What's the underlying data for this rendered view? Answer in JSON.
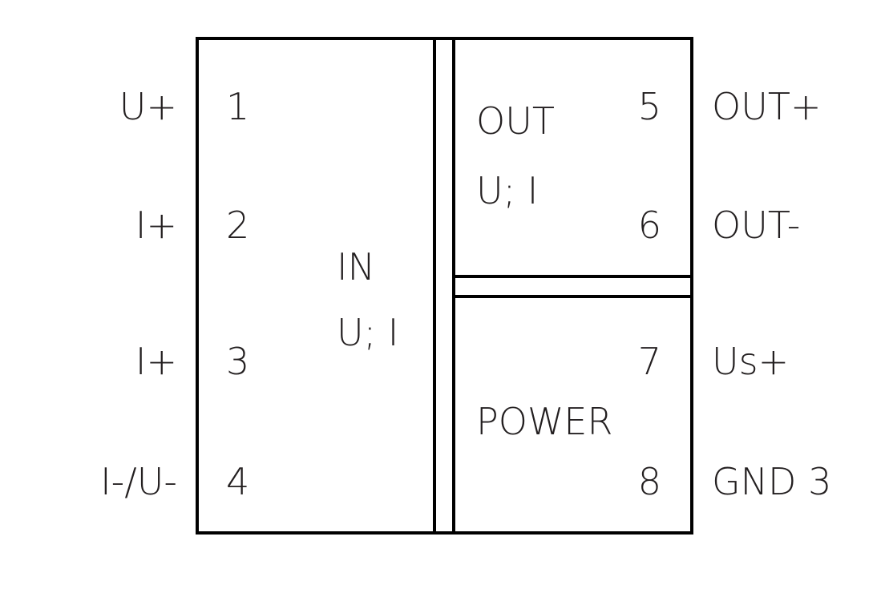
{
  "left_labels": [
    "U+",
    "I+",
    "I+",
    "I-/U-"
  ],
  "left_pins": [
    "1",
    "2",
    "3",
    "4"
  ],
  "in_block": {
    "title": "IN",
    "subtitle": "U; I"
  },
  "out_block": {
    "title": "OUT",
    "subtitle": "U; I",
    "pins": [
      "5",
      "6"
    ]
  },
  "power_block": {
    "title": "POWER",
    "pins": [
      "7",
      "8"
    ]
  },
  "right_labels": [
    "OUT+",
    "OUT-",
    "Us+",
    "GND 3"
  ]
}
